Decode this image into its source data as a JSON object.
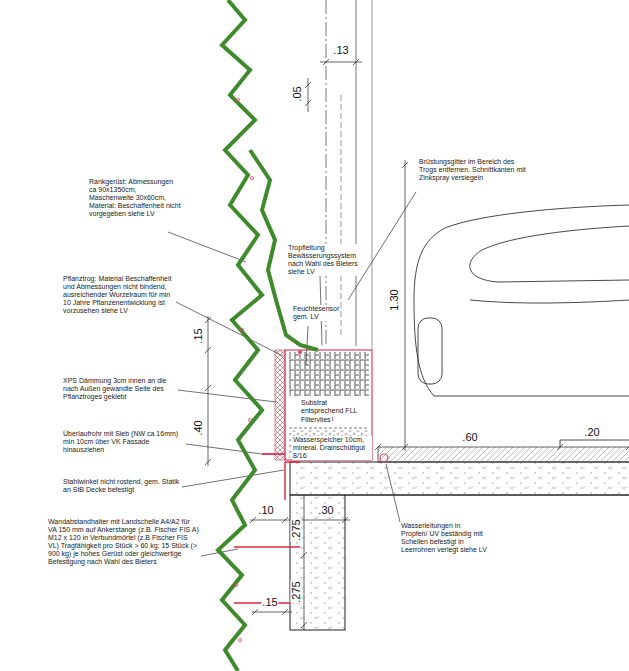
{
  "diagram": {
    "labels": [
      ".13",
      ".05",
      "Brüstungsgitter im Bereich des Trogs entfernen. Schnittkanten mit Zinkspray versiegeln",
      "Rankgerüst: Abmessungen ca 90x1350cm, Maschenweite 30x60cm, Material: Beschaffenheit nicht vorgegeben siehe LV",
      "Tropfleitung Bewässerungssystem nach Wahl des Bieters siehe LV",
      "1.30",
      "Pflanztrog: Material Beschaffenheit und Abmessungen nicht bindend, ausreichender Wurzelraum für min 10 Jahre Pflanzenentwicklung ist vorzusehen siehe LV",
      ".15",
      "Feuchtesensor gem. LV",
      "XPS Dämmung 3cm innen an die nach Außen gewandte Seite des Pflanztroges geklebt",
      ".40",
      "Substrat entsprechend FLL Richtlinien",
      "Filtervlies",
      "Überlaufrohr mit Sieb (NW ca 16mm) min 10cm über VK Fassade hinausziehen",
      "Wasserspeicher 10cm, mineral. Drainschüttgut 8/16",
      ".60",
      ".20",
      "Stahlwinkel nicht rostend, gem. Statik an StB Decke befestigt",
      ".10",
      ".275",
      ".30",
      ".275",
      ".15",
      "Wandabstandhalter mit Landschelle A4/A2 für VA 150 mm auf Ankerstange (z.B. Fischer FIS A) M12 x 120 in Verbundmörtel (z.B Fischer FIS VL) Tragfähigkeit pro Stück > 60 kg; 15 Stück (> 900 kg) je hohes Gerüst oder gleichwertige Befestigung nach Wahl des Bieters",
      "Wasserleitungen in Propfen/ UV beständig mit Schellen befestigt in Leerrohren verlegt siehe LV"
    ]
  }
}
